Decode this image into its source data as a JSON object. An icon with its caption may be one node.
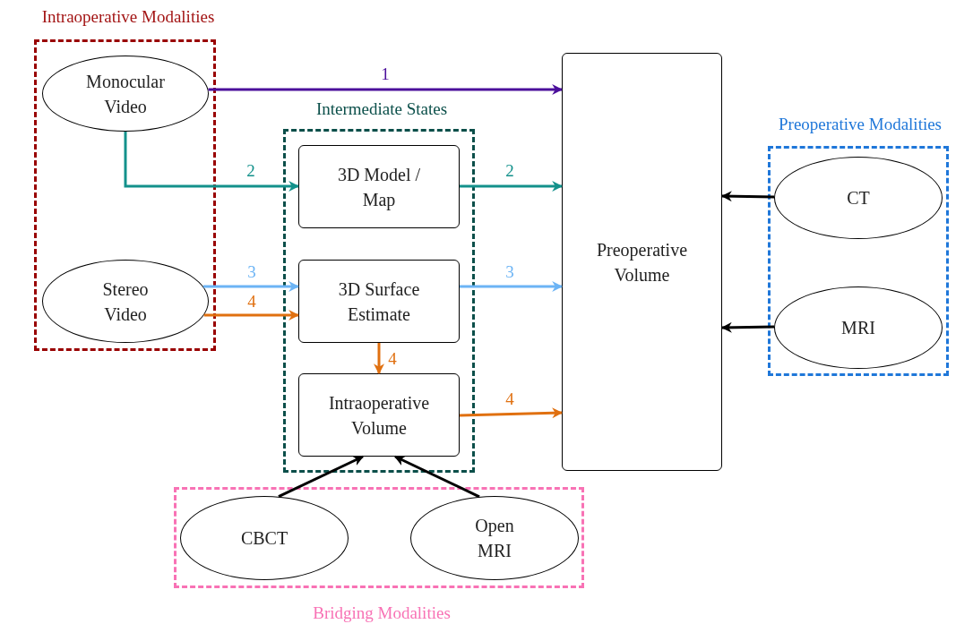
{
  "diagram": {
    "nodes": [
      {
        "text": [
          "Intraoperative Modalities"
        ]
      },
      {
        "text": [
          "Monocular Video"
        ],
        "in": 0
      },
      {
        "text": [
          "Stereo Video"
        ],
        "in": 0
      },
      {
        "text": [
          "Intermediate States"
        ]
      },
      {
        "text": [
          "3D Model / Map"
        ],
        "in": 3
      },
      {
        "text": [
          "3D Surface Estimate"
        ],
        "in": 3
      },
      {
        "text": [
          "Intraoperative Volume"
        ],
        "in": 3
      },
      {
        "text": [
          "Preoperative Volume"
        ]
      },
      {
        "text": [
          "Preoperative Modalities"
        ]
      },
      {
        "text": [
          "CT"
        ],
        "in": 8
      },
      {
        "text": [
          "MRI"
        ],
        "in": 8
      },
      {
        "text": [
          "Bridging Modalities"
        ]
      },
      {
        "text": [
          "CBCT"
        ],
        "in": 11
      },
      {
        "text": [
          "Open MRI"
        ],
        "in": 11
      }
    ],
    "edges": [
      {
        "from": 1,
        "to": 7,
        "arrow": "to",
        "label": "1",
        "color": "#4b0f9b"
      },
      {
        "from": 1,
        "to": 4,
        "arrow": "to",
        "label": "2",
        "color": "#13918b"
      },
      {
        "from": 4,
        "to": 7,
        "arrow": "to",
        "label": "2",
        "color": "#13918b"
      },
      {
        "from": 2,
        "to": 5,
        "arrow": "to",
        "label": "3",
        "color": "#6cb4f5"
      },
      {
        "from": 2,
        "to": 5,
        "arrow": "to",
        "label": "4",
        "color": "#e07010"
      },
      {
        "from": 5,
        "to": 7,
        "arrow": "to",
        "label": "3",
        "color": "#6cb4f5"
      },
      {
        "from": 5,
        "to": 6,
        "arrow": "to",
        "label": "4",
        "color": "#e07010"
      },
      {
        "from": 6,
        "to": 7,
        "arrow": "to",
        "label": "4",
        "color": "#e07010"
      },
      {
        "from": 9,
        "to": 7,
        "arrow": "to"
      },
      {
        "from": 10,
        "to": 7,
        "arrow": "to"
      },
      {
        "from": 12,
        "to": 6,
        "arrow": "to"
      },
      {
        "from": 13,
        "to": 6,
        "arrow": "to"
      }
    ]
  }
}
